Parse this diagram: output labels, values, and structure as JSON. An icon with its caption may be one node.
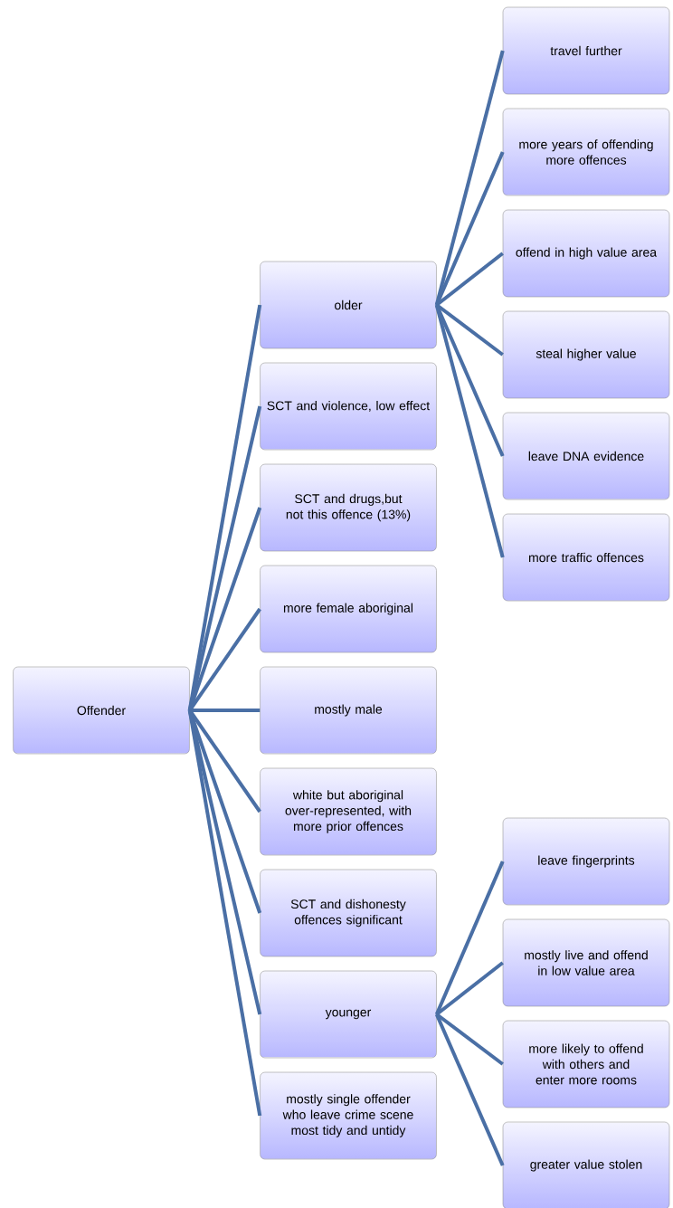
{
  "diagram": {
    "nodes": [
      {
        "text": [
          "Offender"
        ]
      },
      {
        "text": [
          "older"
        ]
      },
      {
        "text": [
          "SCT and violence, low effect"
        ]
      },
      {
        "text": [
          "SCT and drugs,but not this offence (13%)"
        ]
      },
      {
        "text": [
          "more female aboriginal"
        ]
      },
      {
        "text": [
          "mostly male"
        ]
      },
      {
        "text": [
          "white but aboriginal over-represented, with more prior offences"
        ]
      },
      {
        "text": [
          "SCT and dishonesty offences significant"
        ]
      },
      {
        "text": [
          "younger"
        ]
      },
      {
        "text": [
          "mostly single offender who leave crime scene most tidy and untidy"
        ]
      },
      {
        "text": [
          "travel further"
        ]
      },
      {
        "text": [
          "more years of offending more offences"
        ]
      },
      {
        "text": [
          "offend in high value area"
        ]
      },
      {
        "text": [
          "steal higher value"
        ]
      },
      {
        "text": [
          "leave DNA evidence"
        ]
      },
      {
        "text": [
          "more traffic offences"
        ]
      },
      {
        "text": [
          "leave fingerprints"
        ]
      },
      {
        "text": [
          "mostly live and offend in low value area"
        ]
      },
      {
        "text": [
          "more likely to offend with others and enter more rooms"
        ]
      },
      {
        "text": [
          "greater value stolen"
        ]
      }
    ],
    "edges": [
      {
        "from": 0,
        "to": 1,
        "arrow": "none"
      },
      {
        "from": 0,
        "to": 2,
        "arrow": "none"
      },
      {
        "from": 0,
        "to": 3,
        "arrow": "none"
      },
      {
        "from": 0,
        "to": 4,
        "arrow": "none"
      },
      {
        "from": 0,
        "to": 5,
        "arrow": "none"
      },
      {
        "from": 0,
        "to": 6,
        "arrow": "none"
      },
      {
        "from": 0,
        "to": 7,
        "arrow": "none"
      },
      {
        "from": 0,
        "to": 8,
        "arrow": "none"
      },
      {
        "from": 0,
        "to": 9,
        "arrow": "none"
      },
      {
        "from": 1,
        "to": 10,
        "arrow": "none"
      },
      {
        "from": 1,
        "to": 11,
        "arrow": "none"
      },
      {
        "from": 1,
        "to": 12,
        "arrow": "none"
      },
      {
        "from": 1,
        "to": 13,
        "arrow": "none"
      },
      {
        "from": 1,
        "to": 14,
        "arrow": "none"
      },
      {
        "from": 1,
        "to": 15,
        "arrow": "none"
      },
      {
        "from": 8,
        "to": 16,
        "arrow": "none"
      },
      {
        "from": 8,
        "to": 17,
        "arrow": "none"
      },
      {
        "from": 8,
        "to": 18,
        "arrow": "none"
      },
      {
        "from": 8,
        "to": 19,
        "arrow": "none"
      }
    ]
  }
}
